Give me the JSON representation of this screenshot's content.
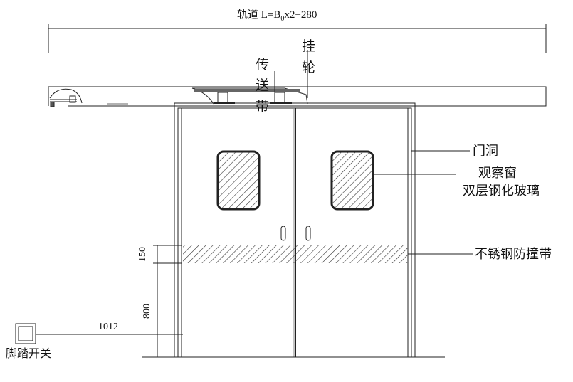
{
  "title": {
    "prefix": "轨道 L=B",
    "sub": "0",
    "suffix": "x2+280"
  },
  "labels": {
    "hanger_wheel": [
      "挂",
      "轮"
    ],
    "conveyor_belt": [
      "传",
      "送",
      "带"
    ],
    "door_opening": "门洞",
    "observation_window": "观察窗",
    "glass": "双层钢化玻璃",
    "bumper_strip": "不锈钢防撞带",
    "foot_switch": "脚踏开关"
  },
  "dimensions": {
    "band_height": "150",
    "band_elevation": "800",
    "switch_distance": "1012"
  }
}
